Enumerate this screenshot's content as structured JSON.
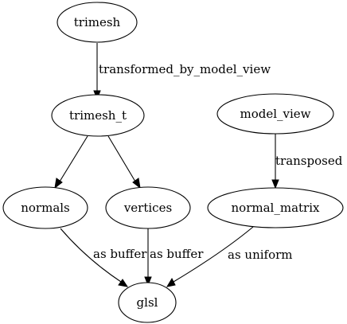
{
  "graph": {
    "nodes": [
      {
        "id": "trimesh",
        "label": "trimesh"
      },
      {
        "id": "trimesh_t",
        "label": "trimesh_t"
      },
      {
        "id": "model_view",
        "label": "model_view"
      },
      {
        "id": "normals",
        "label": "normals"
      },
      {
        "id": "vertices",
        "label": "vertices"
      },
      {
        "id": "normal_matrix",
        "label": "normal_matrix"
      },
      {
        "id": "glsl",
        "label": "glsl"
      }
    ],
    "edges": [
      {
        "id": "trimesh_to_trimesh_t",
        "from": "trimesh",
        "to": "trimesh_t",
        "label": "transformed_by_model_view"
      },
      {
        "id": "trimesh_t_to_normals",
        "from": "trimesh_t",
        "to": "normals",
        "label": ""
      },
      {
        "id": "trimesh_t_to_vertices",
        "from": "trimesh_t",
        "to": "vertices",
        "label": ""
      },
      {
        "id": "model_view_to_normal_matrix",
        "from": "model_view",
        "to": "normal_matrix",
        "label": "transposed"
      },
      {
        "id": "normals_to_glsl",
        "from": "normals",
        "to": "glsl",
        "label": "as buffer"
      },
      {
        "id": "vertices_to_glsl",
        "from": "vertices",
        "to": "glsl",
        "label": "as buffer"
      },
      {
        "id": "normal_matrix_to_glsl",
        "from": "normal_matrix",
        "to": "glsl",
        "label": "as uniform"
      }
    ]
  }
}
